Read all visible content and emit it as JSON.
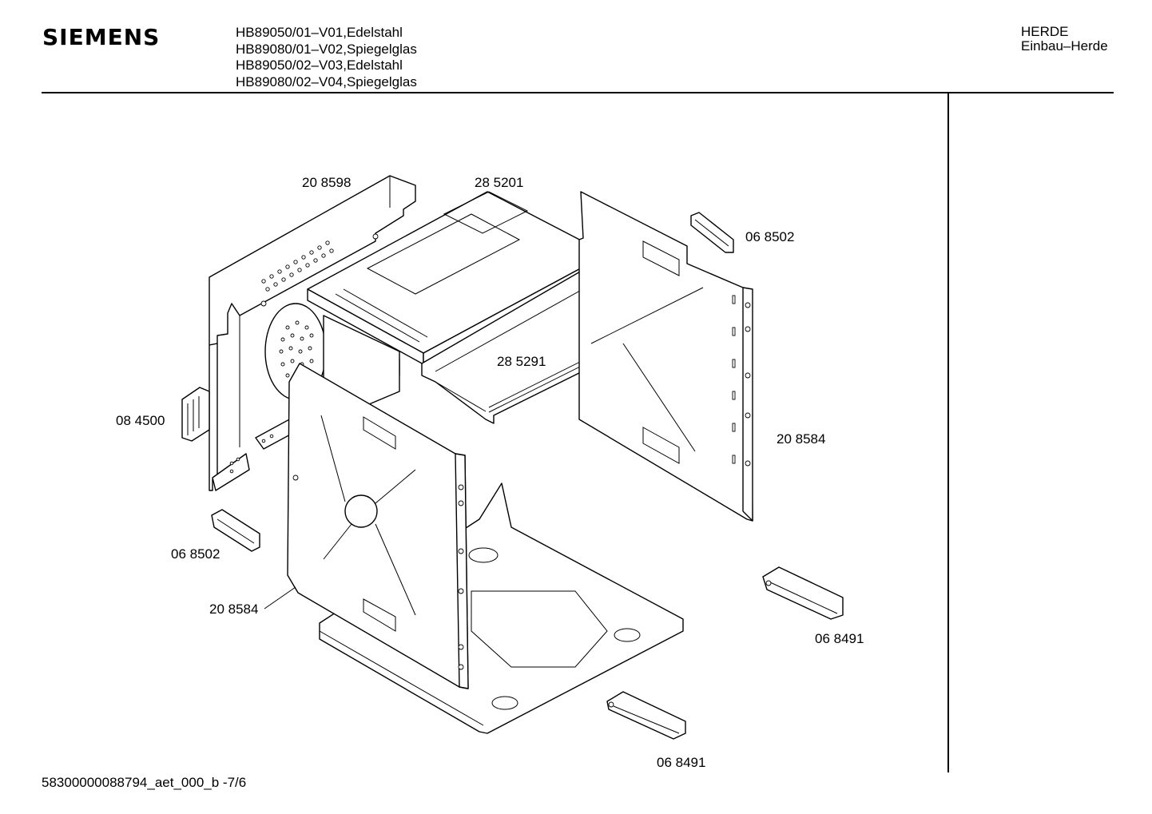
{
  "header": {
    "brand": "SIEMENS",
    "models": [
      "HB89050/01–V01,Edelstahl",
      "HB89080/01–V02,Spiegelglas",
      "HB89050/02–V03,Edelstahl",
      "HB89080/02–V04,Spiegelglas"
    ],
    "category_line1": "HERDE",
    "category_line2": "Einbau–Herde"
  },
  "parts": {
    "back_wall": "20 8598",
    "top_cover": "28 5201",
    "handle_right": "06 8502",
    "inner_bracket": "28 5291",
    "fan_cover": "08 4500",
    "side_wall_right": "20 8584",
    "handle_left": "06 8502",
    "side_wall_left": "20 8584",
    "hinge_right": "06 8491",
    "hinge_bottom": "06 8491"
  },
  "footer": {
    "doc_id": "58300000088794_aet_000_b  -7/6"
  }
}
